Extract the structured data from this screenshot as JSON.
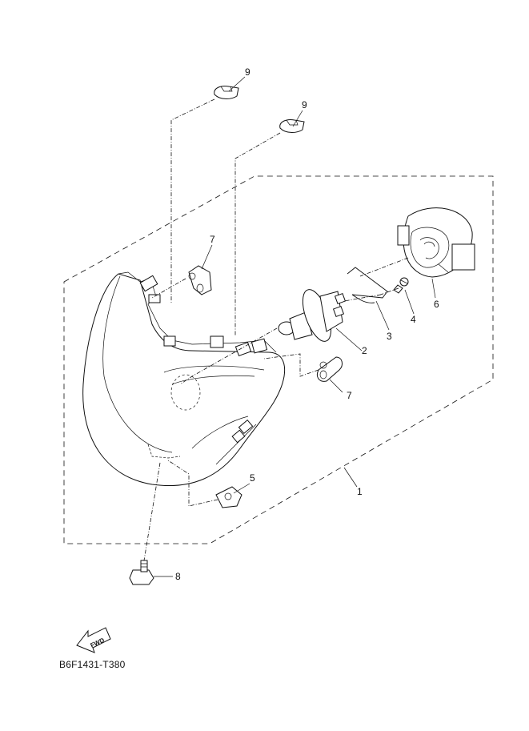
{
  "callouts": {
    "p1": "1",
    "p2": "2",
    "p3": "3",
    "p4": "4",
    "p5": "5",
    "p6": "6",
    "p7a": "7",
    "p7b": "7",
    "p8": "8",
    "p9a": "9",
    "p9b": "9"
  },
  "fwd_label": "FWD",
  "diagram_code": "B6F1431-T380"
}
